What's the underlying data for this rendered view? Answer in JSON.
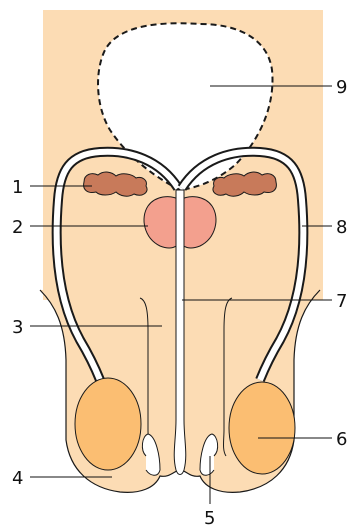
{
  "callouts": [
    {
      "id": "callout-1",
      "text": "1"
    },
    {
      "id": "callout-2",
      "text": "2"
    },
    {
      "id": "callout-3",
      "text": "3"
    },
    {
      "id": "callout-4",
      "text": "4"
    },
    {
      "id": "callout-5",
      "text": "5"
    },
    {
      "id": "callout-6",
      "text": "6"
    },
    {
      "id": "callout-7",
      "text": "7"
    },
    {
      "id": "callout-8",
      "text": "8"
    },
    {
      "id": "callout-9",
      "text": "9"
    }
  ],
  "colors": {
    "background_panel": "#fcdcb4",
    "body_fill": "#fcdcb4",
    "body_stroke": "#1a1a1a",
    "bladder_fill": "#ffffff",
    "tube_fill": "#ffffff",
    "seminal_vesicle_fill": "#c87a5a",
    "prostate_fill": "#f3a08e",
    "testis_fill": "#fbbe72",
    "leader_line": "#111111"
  }
}
